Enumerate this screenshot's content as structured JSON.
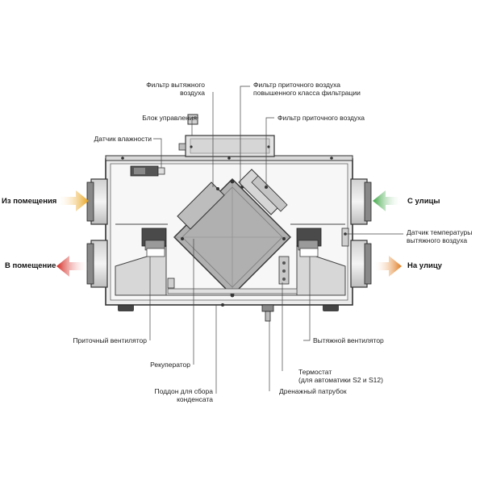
{
  "labels": {
    "exhaust_filter": "Фильтр вытяжного\nвоздуха",
    "supply_filter_high": "Фильтр приточного воздуха\nповышенного класса фильтрации",
    "control_unit": "Блок управления",
    "supply_filter": "Фильтр приточного воздуха",
    "humidity_sensor": "Датчик влажности",
    "exhaust_temp_sensor": "Датчик температуры\nвытяжного воздуха",
    "supply_fan": "Приточный вентилятор",
    "exhaust_fan": "Вытяжной вентилятор",
    "recuperator": "Рекуператор",
    "thermostat": "Термостат\n(для автоматики S2 и S12)",
    "condensate_tray": "Поддон для сбора\nконденсата",
    "drain_pipe": "Дренажный патрубок"
  },
  "flows": {
    "from_room": "Из помещения",
    "to_room": "В помещение",
    "from_street": "С улицы",
    "to_street": "На улицу"
  },
  "colors": {
    "warm_arrow": "#e8a21a",
    "hot_arrow": "#d4251e",
    "fresh_arrow": "#3aa542",
    "exhaust_arrow": "#e07b1f",
    "casing_fill": "#e9e9e9",
    "filter_fill": "#bcbcbc",
    "recuperator_fill": "#a9a9a9",
    "outline": "#333333"
  }
}
